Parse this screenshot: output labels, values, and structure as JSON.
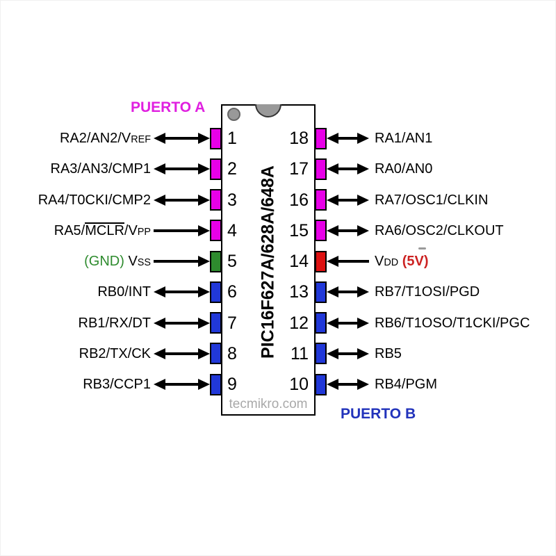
{
  "labels": {
    "port_a": "PUERTO A",
    "port_b": "PUERTO B",
    "chip_title": "PIC16F627A/628A/648A",
    "watermark": "tecmikro.com"
  },
  "colors": {
    "magenta": "#E800E8",
    "green": "#2E8B2E",
    "blue": "#2138D8",
    "red": "#DD1111",
    "port_a_text": "#E020E0",
    "port_b_text": "#2233BB",
    "gnd_text": "#2E8B2E",
    "v5_text": "#CC2222",
    "watermark_text": "#A9A9A9",
    "chip_marks": "#999999"
  },
  "left_pins": [
    {
      "number": "1",
      "color": "magenta",
      "arrow": "both",
      "segments": [
        {
          "t": "RA2/AN2/V",
          "k": "n"
        },
        {
          "t": "REF",
          "k": "s"
        }
      ]
    },
    {
      "number": "2",
      "color": "magenta",
      "arrow": "both",
      "segments": [
        {
          "t": "RA3/AN3/CMP1",
          "k": "n"
        }
      ]
    },
    {
      "number": "3",
      "color": "magenta",
      "arrow": "both",
      "segments": [
        {
          "t": "RA4/T0CKI/CMP2",
          "k": "n"
        }
      ]
    },
    {
      "number": "4",
      "color": "magenta",
      "arrow": "in",
      "segments": [
        {
          "t": "RA5/",
          "k": "n"
        },
        {
          "t": "MCLR",
          "k": "o"
        },
        {
          "t": "/V",
          "k": "n"
        },
        {
          "t": "PP",
          "k": "s"
        }
      ]
    },
    {
      "number": "5",
      "color": "green",
      "arrow": "in",
      "segments": [
        {
          "t": "(GND)",
          "k": "gn"
        },
        {
          "t": " V",
          "k": "n"
        },
        {
          "t": "SS",
          "k": "s"
        }
      ]
    },
    {
      "number": "6",
      "color": "blue",
      "arrow": "both",
      "segments": [
        {
          "t": "RB0/INT",
          "k": "n"
        }
      ]
    },
    {
      "number": "7",
      "color": "blue",
      "arrow": "both",
      "segments": [
        {
          "t": "RB1/RX/DT",
          "k": "n"
        }
      ]
    },
    {
      "number": "8",
      "color": "blue",
      "arrow": "both",
      "segments": [
        {
          "t": "RB2/TX/CK",
          "k": "n"
        }
      ]
    },
    {
      "number": "9",
      "color": "blue",
      "arrow": "both",
      "segments": [
        {
          "t": "RB3/CCP1",
          "k": "n"
        }
      ]
    }
  ],
  "right_pins": [
    {
      "number": "18",
      "color": "magenta",
      "arrow": "both",
      "segments": [
        {
          "t": "RA1/AN1",
          "k": "n"
        }
      ]
    },
    {
      "number": "17",
      "color": "magenta",
      "arrow": "both",
      "segments": [
        {
          "t": "RA0/AN0",
          "k": "n"
        }
      ]
    },
    {
      "number": "16",
      "color": "magenta",
      "arrow": "both",
      "segments": [
        {
          "t": "RA7/OSC1/CLKIN",
          "k": "n"
        }
      ]
    },
    {
      "number": "15",
      "color": "magenta",
      "arrow": "both",
      "segments": [
        {
          "t": "RA6/OSC2/CLKOUT",
          "k": "n"
        }
      ]
    },
    {
      "number": "14",
      "color": "red",
      "arrow": "in",
      "segments": [
        {
          "t": "V",
          "k": "n"
        },
        {
          "t": "DD",
          "k": "s"
        },
        {
          "t": " ",
          "k": "n"
        },
        {
          "t": "(5V)",
          "k": "rd"
        }
      ]
    },
    {
      "number": "13",
      "color": "blue",
      "arrow": "both",
      "segments": [
        {
          "t": "RB7/T1OSI/PGD",
          "k": "n"
        }
      ]
    },
    {
      "number": "12",
      "color": "blue",
      "arrow": "both",
      "segments": [
        {
          "t": "RB6/T1OSO/T1CKI/PGC",
          "k": "n"
        }
      ]
    },
    {
      "number": "11",
      "color": "blue",
      "arrow": "both",
      "segments": [
        {
          "t": "RB5",
          "k": "n"
        }
      ]
    },
    {
      "number": "10",
      "color": "blue",
      "arrow": "both",
      "segments": [
        {
          "t": "RB4/PGM",
          "k": "n"
        }
      ]
    }
  ]
}
